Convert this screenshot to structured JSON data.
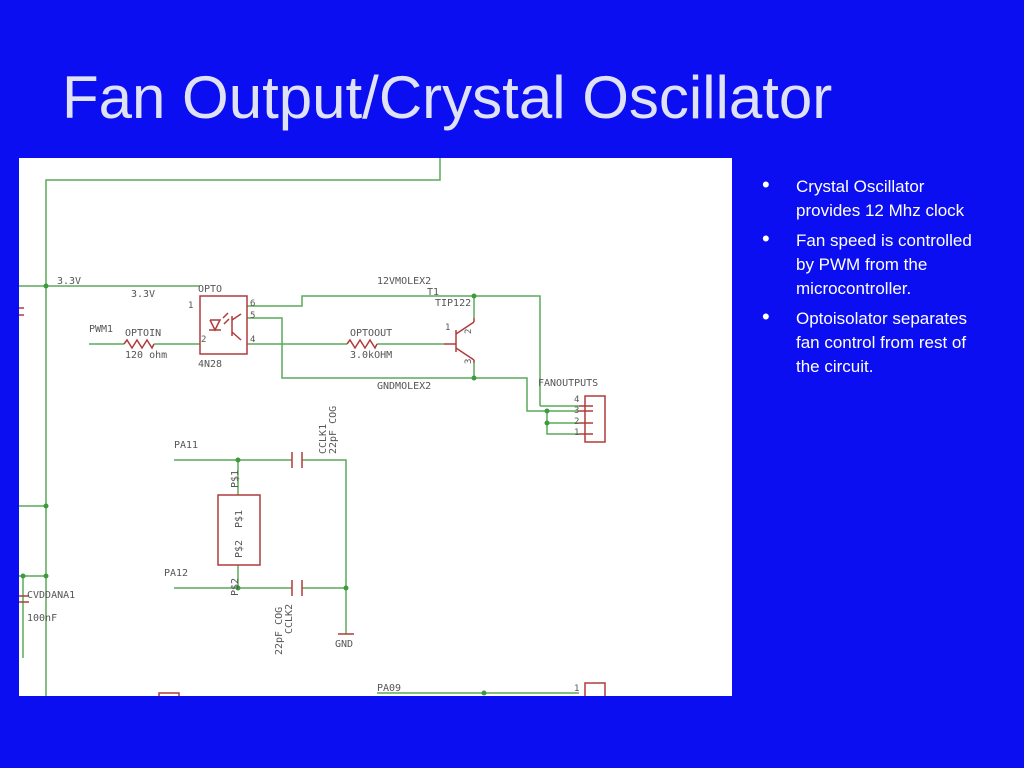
{
  "slide": {
    "title": "Fan Output/Crystal Oscillator",
    "bullets": [
      "Crystal Oscillator provides 12 Mhz clock",
      "Fan speed is controlled by PWM from the microcontroller.",
      "Optoisolator separates fan control from rest of the circuit."
    ]
  },
  "schematic": {
    "colors": {
      "wire": "#5aaa5a",
      "part": "#b03a3a",
      "text": "#555555",
      "node": "#3d9b3d"
    },
    "labels": {
      "rail_3v3_left": "3.3V",
      "rail_3v3_opto": "3.3V",
      "opto_name": "OPTO",
      "opto_part": "4N28",
      "pwm_net": "PWM1",
      "optoin_name": "OPTOIN",
      "optoin_value": "120 ohm",
      "optoout_name": "OPTOOUT",
      "optoout_value": "3.0kOHM",
      "net_12v": "12VMOLEX2",
      "t1_name": "T1",
      "t1_part": "TIP122",
      "net_gnd_molex": "GNDMOLEX2",
      "fan_header": "FANOUTPUTS",
      "pa11": "PA11",
      "pa12": "PA12",
      "pa09": "PA09",
      "cclk1_name": "CCLK1",
      "cclk1_value": "22pF COG",
      "cclk2_name": "CCLK2",
      "cclk2_value": "22pF COG",
      "gnd": "GND",
      "cvddana_name": "CVDDANA1",
      "cvddana_value": "100nF",
      "crystal_p1": "P$1",
      "crystal_p2": "P$2",
      "pin_1": "1",
      "pin_2": "2",
      "pin_3": "3",
      "pin_4": "4",
      "pin_5": "5",
      "pin_6": "6"
    }
  }
}
